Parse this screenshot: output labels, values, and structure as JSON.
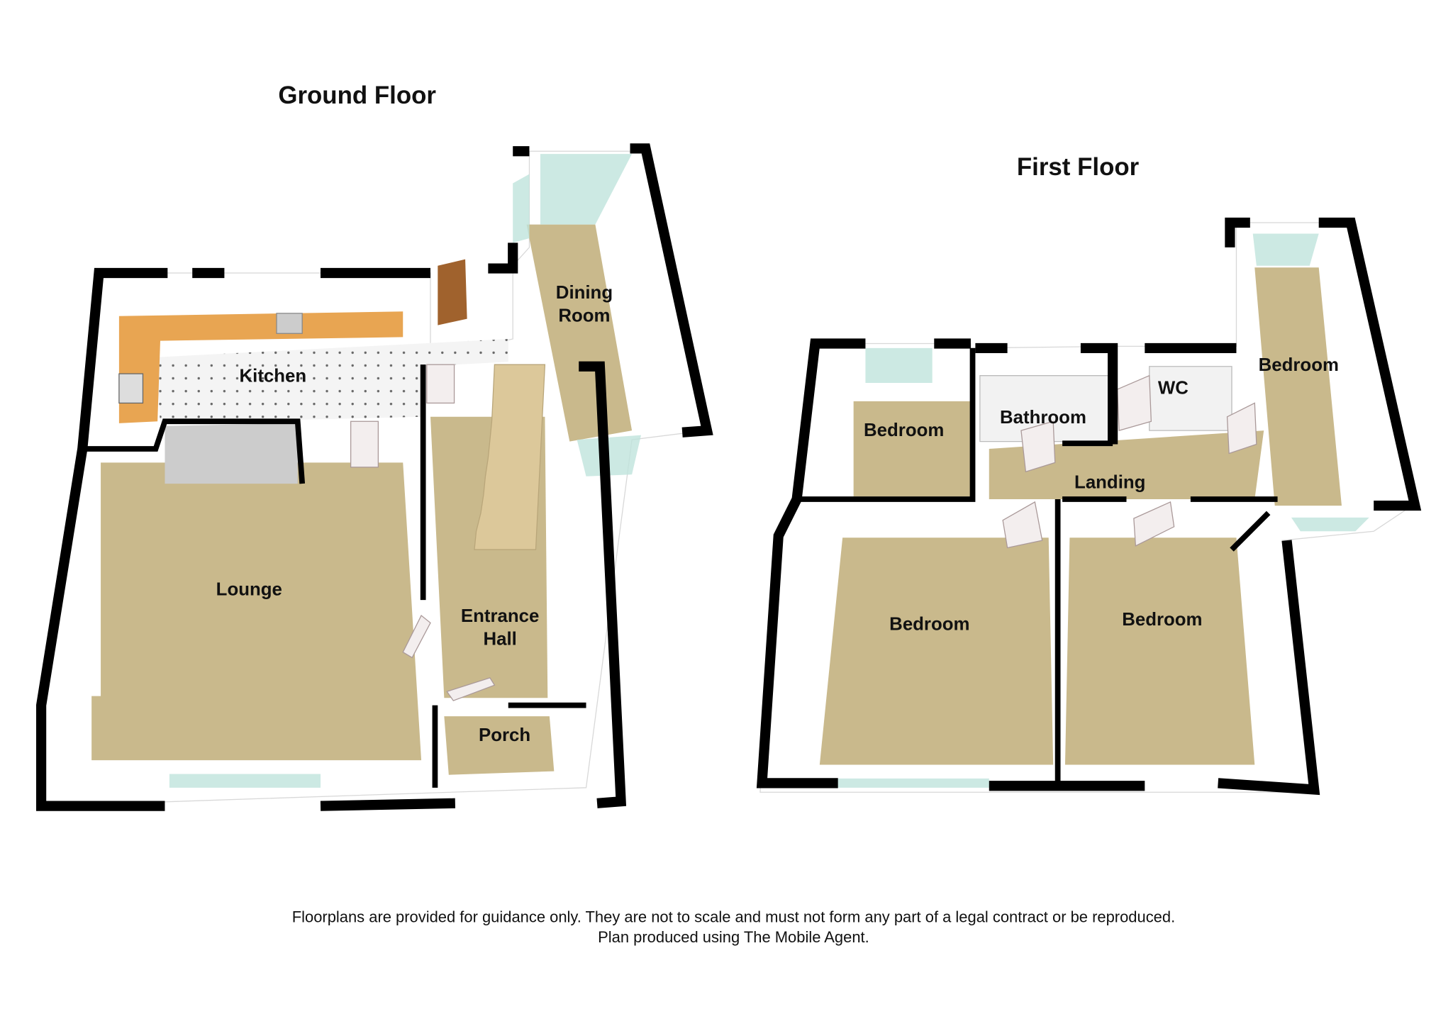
{
  "floors": {
    "ground": {
      "title": "Ground Floor",
      "rooms": {
        "kitchen": "Kitchen",
        "lounge": "Lounge",
        "dining_1": "Dining",
        "dining_2": "Room",
        "hall_1": "Entrance",
        "hall_2": "Hall",
        "porch": "Porch"
      }
    },
    "first": {
      "title": "First Floor",
      "rooms": {
        "bedroom_top_left": "Bedroom",
        "bathroom": "Bathroom",
        "wc": "WC",
        "bedroom_right": "Bedroom",
        "landing": "Landing",
        "bedroom_front_left": "Bedroom",
        "bedroom_front_right": "Bedroom"
      }
    }
  },
  "footer": {
    "line1": "Floorplans are provided for guidance only. They are not to scale and must not form any part of a legal contract or be reproduced.",
    "line2": "Plan produced using The Mobile Agent."
  },
  "colors": {
    "floor": "#c9b98c",
    "kitchen_units": "#e8a552",
    "glass": "#bfe3dc"
  }
}
